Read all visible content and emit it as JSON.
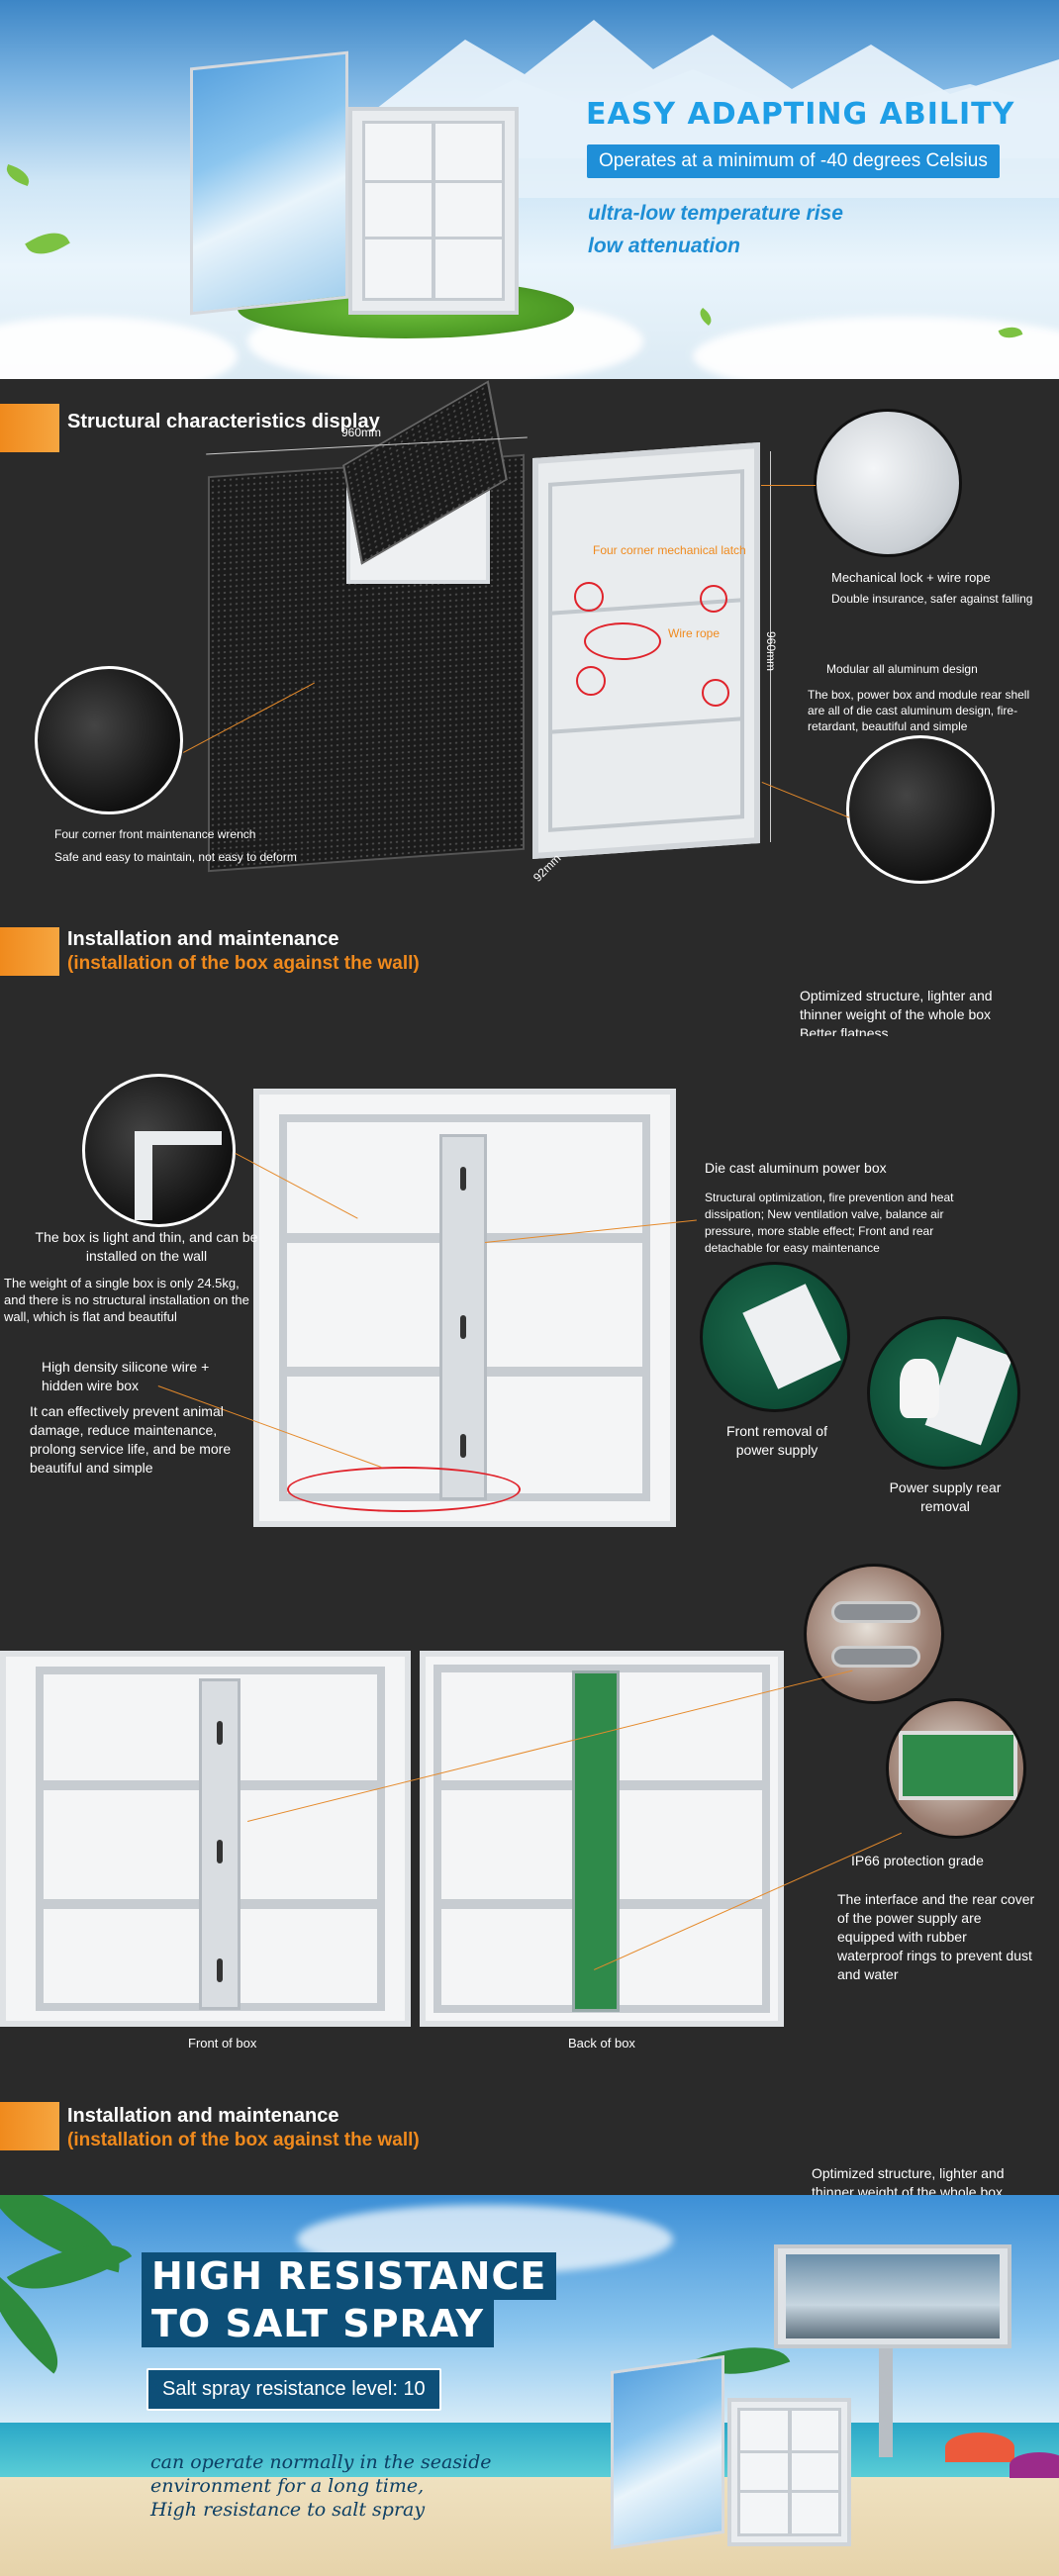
{
  "hero1": {
    "title": "EASY ADAPTING ABILITY",
    "badge": "Operates at a minimum of -40 degrees Celsius",
    "line1": "ultra-low temperature rise",
    "line2": "low attenuation"
  },
  "structural": {
    "title": "Structural characteristics display",
    "dim_width": "960mm",
    "dim_height": "960mm",
    "dim_depth": "92mm",
    "label_latch": "Four corner mechanical latch",
    "label_rope": "Wire rope",
    "mech_lock_title": "Mechanical lock + wire rope",
    "mech_lock_desc": "Double insurance, safer against falling",
    "modular_title": "Modular all aluminum design",
    "modular_desc": "The box, power box and module rear shell are all of die cast aluminum design, fire-retardant, beautiful and simple",
    "wrench_title": "Four corner front maintenance wrench",
    "wrench_desc": "Safe and easy to maintain, not easy to deform"
  },
  "install1": {
    "title": "Installation and maintenance",
    "subtitle": "(installation of the box against the wall)",
    "optimized": "Optimized structure, lighter and thinner weight of the whole box",
    "flatness": "Better flatness",
    "light_title": "The box is light and thin, and can be installed on the wall",
    "light_desc": "The weight of a single box is only 24.5kg, and there is no structural installation on the wall, which is flat and beautiful",
    "wire_title": "High density silicone wire + hidden wire box",
    "wire_desc": "It can effectively prevent animal damage, reduce maintenance, prolong service life, and be more beautiful and simple",
    "die_cast_title": "Die cast aluminum power box",
    "die_cast_desc": "Structural optimization, fire prevention and heat dissipation; New ventilation valve, balance air pressure, more stable effect; Front and rear detachable for easy maintenance",
    "front_removal": "Front removal of power supply",
    "rear_removal": "Power supply rear removal",
    "ip66_title": "IP66 protection grade",
    "ip66_desc": "The interface and the rear cover of the power supply are equipped with rubber waterproof rings to prevent dust and water",
    "front_box": "Front of box",
    "back_box": "Back of box"
  },
  "install2": {
    "title": "Installation and maintenance",
    "subtitle": "(installation of the box against the wall)",
    "optimized": "Optimized structure, lighter and thinner weight of the whole box"
  },
  "hero2": {
    "title_line1": "HIGH RESISTANCE",
    "title_line2": "TO SALT SPRAY",
    "badge": "Salt spray resistance level: 10",
    "script1": "can operate normally in the seaside",
    "script2": "environment for a long time,",
    "script3": "High resistance to salt spray"
  },
  "colors": {
    "accent_orange": "#f08a1d",
    "accent_blue": "#1e9ee6",
    "dark_bg": "#2a2a2a",
    "navy": "#0d4f78"
  }
}
